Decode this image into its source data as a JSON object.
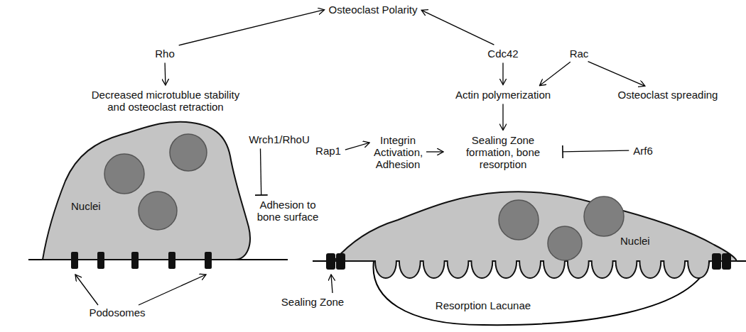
{
  "diagram": {
    "nodes": [
      {
        "text": [
          "Osteoclast Polarity"
        ]
      },
      {
        "text": [
          "Rho"
        ]
      },
      {
        "text": [
          "Cdc42"
        ]
      },
      {
        "text": [
          "Rac"
        ]
      },
      {
        "text": [
          "Decreased microtublue stability and osteoclast retraction"
        ]
      },
      {
        "text": [
          "Actin polymerization"
        ]
      },
      {
        "text": [
          "Osteoclast spreading"
        ]
      },
      {
        "text": [
          "Wrch1/RhoU"
        ]
      },
      {
        "text": [
          "Adhesion to bone surface"
        ]
      },
      {
        "text": [
          "Rap1"
        ]
      },
      {
        "text": [
          "Integrin Activation, Adhesion"
        ]
      },
      {
        "text": [
          "Sealing Zone formation, bone resorption"
        ]
      },
      {
        "text": [
          "Arf6"
        ]
      },
      {
        "text": [
          "Nuclei"
        ]
      },
      {
        "text": [
          "Nuclei"
        ]
      }
    ],
    "edges": [
      {
        "from": 1,
        "to": 0,
        "arrow": "to"
      },
      {
        "from": 2,
        "to": 0,
        "arrow": "to"
      },
      {
        "from": 1,
        "to": 4,
        "arrow": "to"
      },
      {
        "from": 2,
        "to": 5,
        "arrow": "to"
      },
      {
        "from": 3,
        "to": 5,
        "arrow": "to"
      },
      {
        "from": 3,
        "to": 6,
        "arrow": "to"
      },
      {
        "from": 5,
        "to": 11,
        "arrow": "to"
      },
      {
        "from": 9,
        "to": 10,
        "arrow": "to"
      },
      {
        "from": 10,
        "to": 11,
        "arrow": "to"
      },
      {
        "from": 7,
        "to": 8,
        "arrow": "to"
      },
      {
        "from": 12,
        "to": 11,
        "arrow": "to"
      }
    ],
    "labels": [
      "Podosomes",
      "Sealing Zone",
      "Resorption Lacunae"
    ]
  }
}
